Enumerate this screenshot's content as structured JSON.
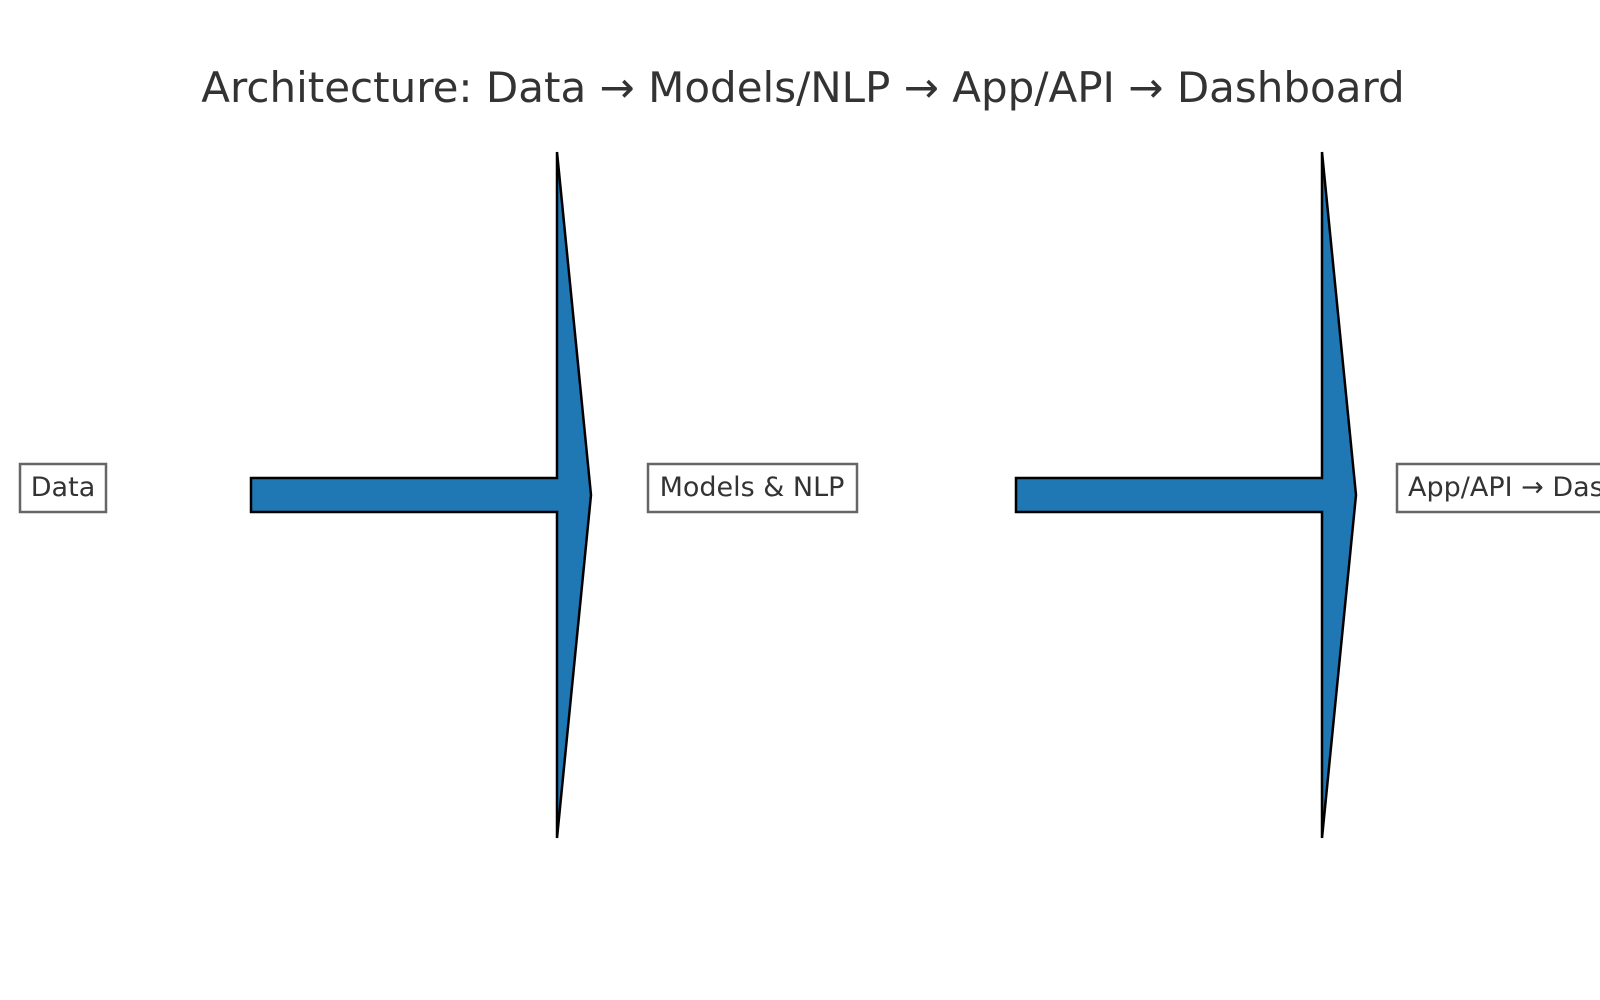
{
  "title": "Architecture: Data → Models/NLP → App/API → Dashboard",
  "nodes": [
    {
      "id": "data",
      "label": "Data"
    },
    {
      "id": "models",
      "label": "Models & NLP"
    },
    {
      "id": "app",
      "label": "App/API → Dashboard"
    }
  ],
  "edges": [
    {
      "from": "data",
      "to": "models"
    },
    {
      "from": "models",
      "to": "app"
    }
  ],
  "colors": {
    "arrow_fill": "#1f77b4",
    "arrow_stroke": "#000000",
    "box_border": "#666666",
    "text": "#333333",
    "background": "#ffffff"
  }
}
